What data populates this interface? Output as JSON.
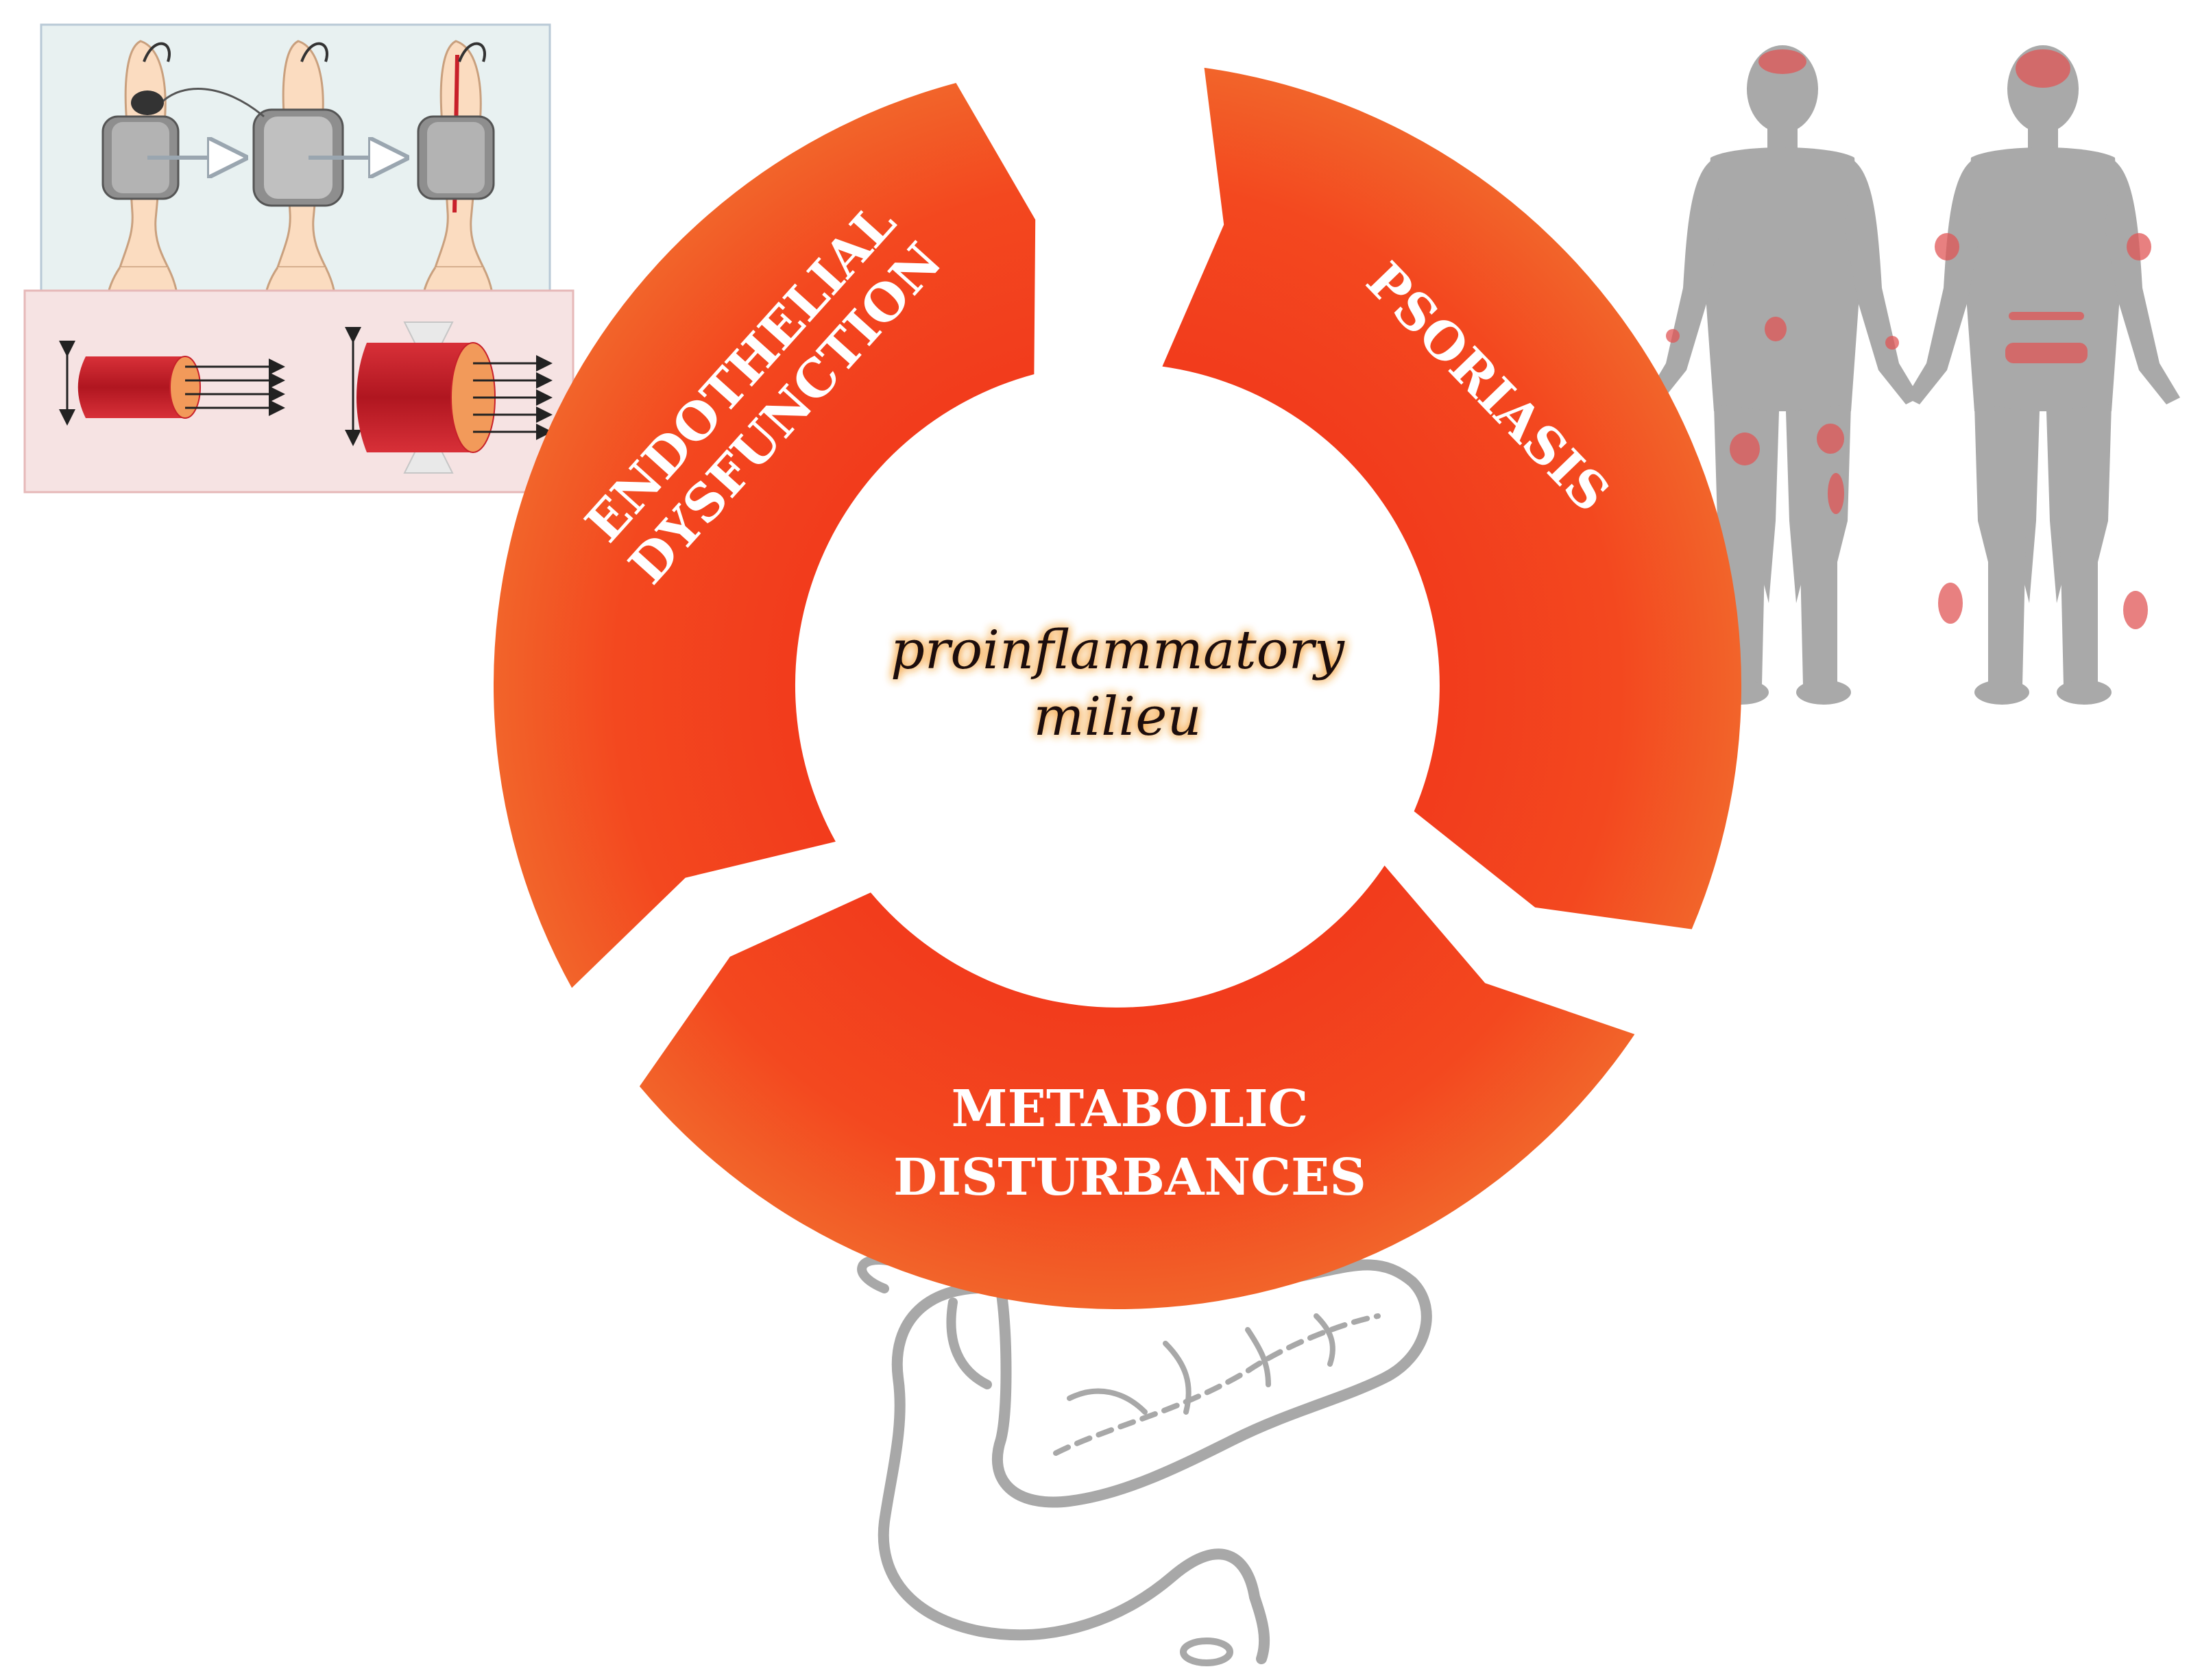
{
  "center": {
    "label_lines": [
      "proinflammatory",
      "milieu"
    ]
  },
  "segments": [
    {
      "id": "endothelial",
      "lines": [
        "ENDOTHELIAL",
        "DYSFUNCTION"
      ]
    },
    {
      "id": "psoriasis",
      "lines": [
        "PSORIASIS"
      ]
    },
    {
      "id": "metabolic",
      "lines": [
        "METABOLIC",
        "DISTURBANCES"
      ]
    }
  ],
  "colors": {
    "segment_inner": "#f23a1c",
    "segment_outer": "#f2692c",
    "center_glow": "#f5a13a",
    "figure_gray": "#a9a9a9",
    "lesion_red": "#e05555",
    "panel_top_bg": "#e8f1f1",
    "panel_top_border": "#b8c9d6",
    "panel_bottom_bg": "#f6e3e3",
    "panel_bottom_border": "#e6b8b8",
    "vessel_red": "#c8202a",
    "pancreas_outline": "#a8a8a8"
  },
  "icons": [
    "blood-pressure-cuff-icon",
    "blood-vessel-icon",
    "human-body-front-icon",
    "human-body-back-icon",
    "pancreas-icon"
  ]
}
